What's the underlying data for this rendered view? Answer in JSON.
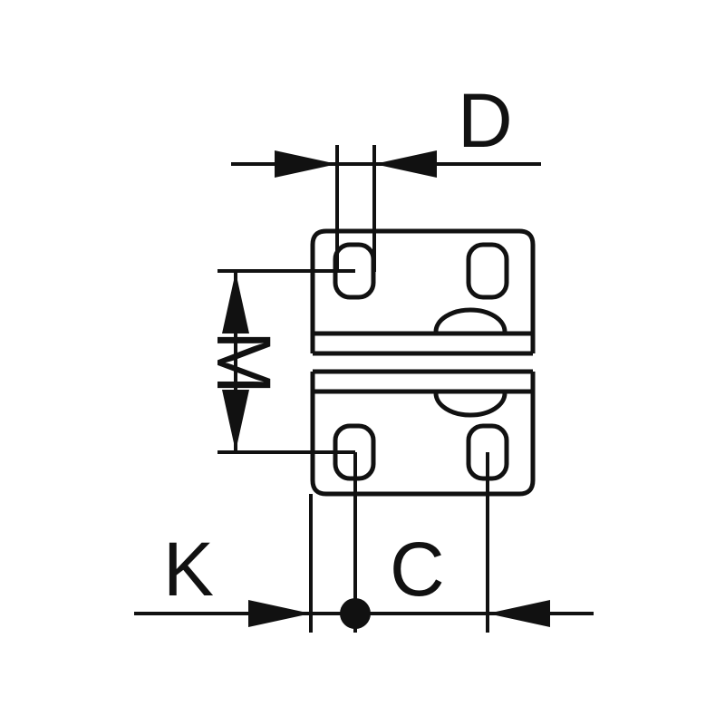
{
  "diagram": {
    "type": "hinge-technical-drawing",
    "labels": {
      "D": "D",
      "M": "M",
      "K": "K",
      "C": "C"
    },
    "colors": {
      "line": "#111111",
      "background": "#ffffff"
    }
  }
}
